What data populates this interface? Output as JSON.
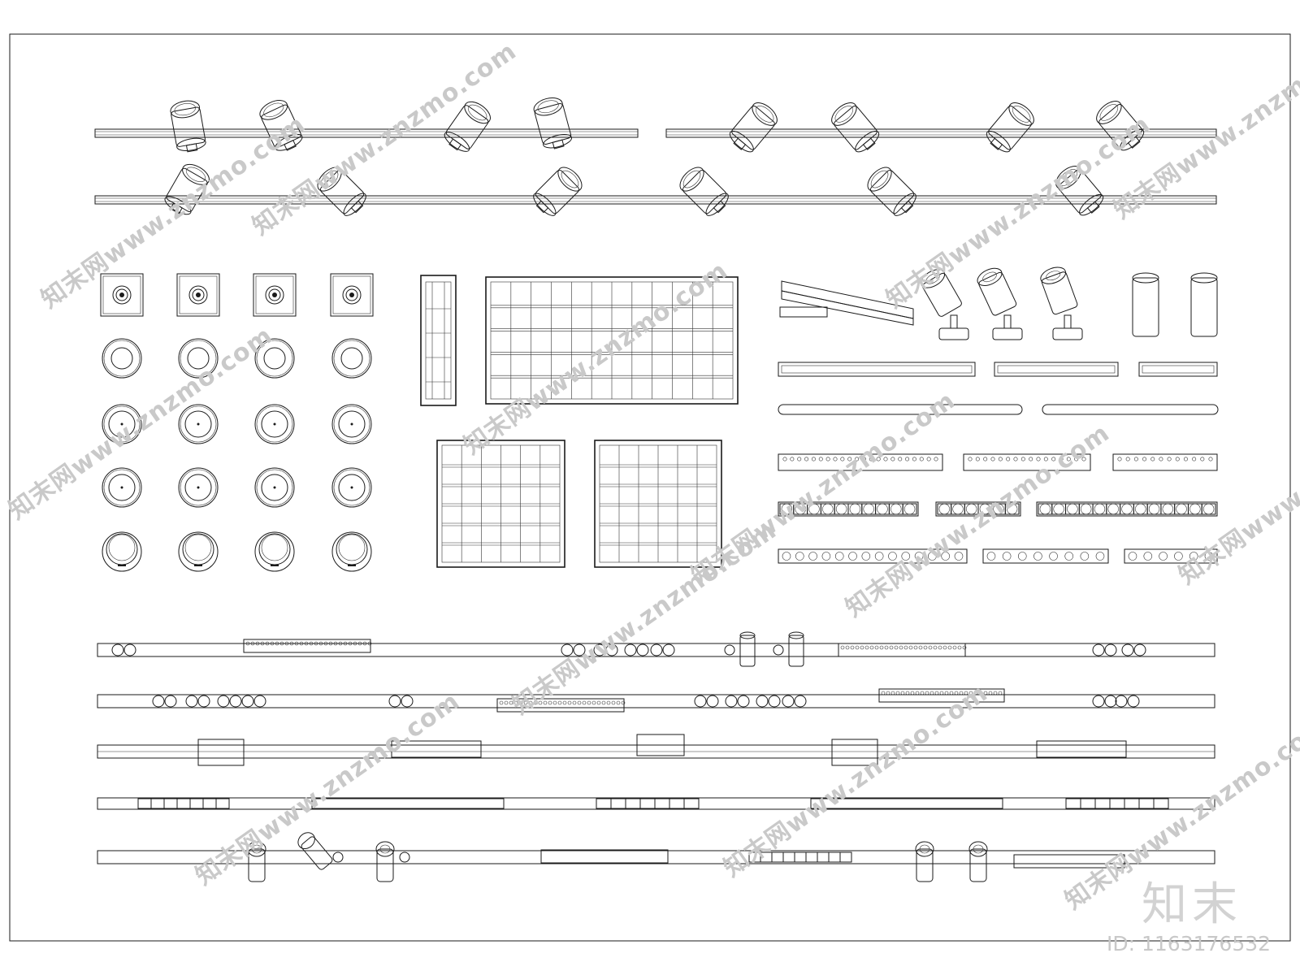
{
  "sheet": {
    "title": "",
    "id_label": "ID: 1163176532",
    "brand_text": "知末",
    "watermark_text": "知末网www.znzmo.com"
  },
  "track_spotlight_rows": [
    {
      "spots": 4,
      "note": "upper-left track"
    },
    {
      "spots": 4,
      "note": "upper-right track"
    },
    {
      "spots": 6,
      "note": "second track"
    }
  ],
  "downlight_grid": {
    "columns": 4,
    "rows": 5,
    "first_row_type": "square"
  },
  "grille_panels": [
    "narrow-grille",
    "large-grille",
    "square-grille-a",
    "square-grille-b"
  ],
  "linear_fixtures": {
    "strip_rows": 2,
    "dot_rows": 3
  },
  "magnetic_track_rows": 5,
  "colors": {
    "line": "#1a1a1a",
    "watermark": "#c9c9c9"
  }
}
